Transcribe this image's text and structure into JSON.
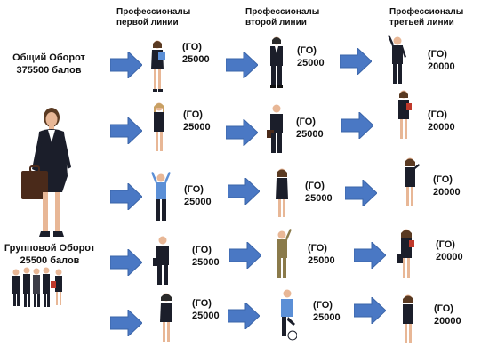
{
  "headers": [
    {
      "line1": "Профессионалы",
      "line2": "первой линии"
    },
    {
      "line1": "Профессионалы",
      "line2": "второй линии"
    },
    {
      "line1": "Профессионалы",
      "line2": "третьей линии"
    }
  ],
  "left": {
    "total_label": "Общий Оборот",
    "total_value": "375500 балов",
    "group_label": "Групповой Оборот",
    "group_value": "25500 балов"
  },
  "rows": [
    [
      {
        "prefix": "(ГО)",
        "value": "25000"
      },
      {
        "prefix": "(ГО)",
        "value": "25000"
      },
      {
        "prefix": "(ГО)",
        "value": "20000"
      }
    ],
    [
      {
        "prefix": "(ГО)",
        "value": "25000"
      },
      {
        "prefix": "(ГО)",
        "value": "25000"
      },
      {
        "prefix": "(ГО)",
        "value": "20000"
      }
    ],
    [
      {
        "prefix": "(ГО)",
        "value": "25000"
      },
      {
        "prefix": "(ГО)",
        "value": "25000"
      },
      {
        "prefix": "(ГО)",
        "value": "20000"
      }
    ],
    [
      {
        "prefix": "(ГО)",
        "value": "25000"
      },
      {
        "prefix": "(ГО)",
        "value": "25000"
      },
      {
        "prefix": "(ГО)",
        "value": "20000"
      }
    ],
    [
      {
        "prefix": "(ГО)",
        "value": "25000"
      },
      {
        "prefix": "(ГО)",
        "value": "25000"
      },
      {
        "prefix": "(ГО)",
        "value": "20000"
      }
    ]
  ],
  "colors": {
    "arrow": "#4a78c4",
    "arrow_edge": "#3a64a8",
    "suit": "#1b1e2a",
    "skin": "#e8b796",
    "hair": "#5a3a22",
    "shirt_blue": "#5b8fd6",
    "bag": "#4a2a1a"
  }
}
